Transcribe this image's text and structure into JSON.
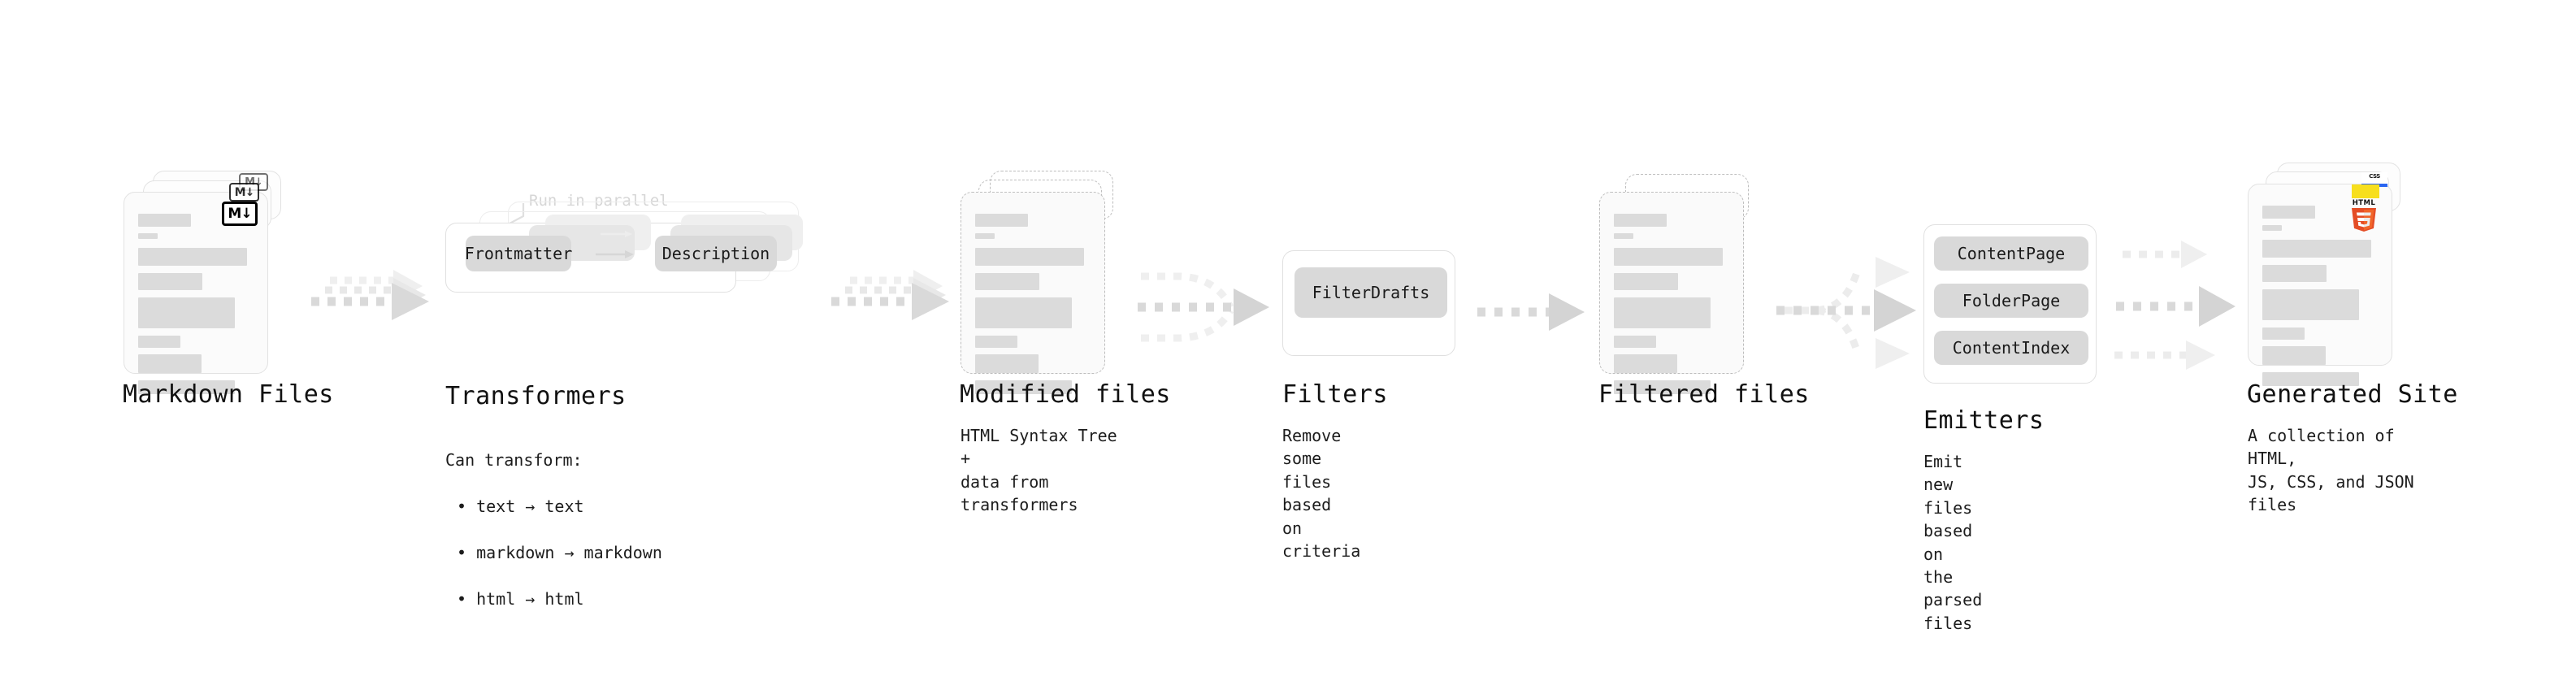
{
  "diagram": {
    "title_present": false,
    "background": "#ffffff",
    "accent_gray": "#d9d9d9",
    "chip_gray": "#d9d9d9",
    "bar_gray": "#dbdbdb",
    "border_gray": "#e2e2e2",
    "dashed_gray": "#bdbdbd",
    "arrow_gray": "#d9d9d9",
    "html5_color": "#e44d26",
    "html5_shade": "#f16529",
    "js_color": "#f7df1e",
    "css_color": "#2965f1"
  },
  "stages": [
    {
      "id": "markdown-files",
      "title": "Markdown Files",
      "desc": "",
      "icon": "markdown-badge",
      "icon_label": "M↓",
      "kind": "document-stack"
    },
    {
      "id": "transformers",
      "title": "Transformers",
      "desc": "Can transform:",
      "bullets": [
        "text → text",
        "markdown → markdown",
        "html → html"
      ],
      "note": "Run in parallel",
      "chips": [
        "Frontmatter",
        "Description"
      ],
      "kind": "plugin-group"
    },
    {
      "id": "modified-files",
      "title": "Modified files",
      "desc": "HTML Syntax Tree +\ndata from transformers",
      "kind": "document-stack-dashed"
    },
    {
      "id": "filters",
      "title": "Filters",
      "desc": "Remove some files based\non criteria",
      "chips": [
        "FilterDrafts"
      ],
      "kind": "plugin-group"
    },
    {
      "id": "filtered-files",
      "title": "Filtered files",
      "desc": "",
      "kind": "document-stack-dashed"
    },
    {
      "id": "emitters",
      "title": "Emitters",
      "desc": "Emit new files based on\nthe parsed files",
      "chips": [
        "ContentPage",
        "FolderPage",
        "ContentIndex"
      ],
      "kind": "plugin-group"
    },
    {
      "id": "generated-site",
      "title": "Generated Site",
      "desc": "A collection of HTML,\nJS, CSS, and JSON files",
      "icons": [
        "html5-logo",
        "js-badge",
        "css-badge"
      ],
      "icon_labels": {
        "html5_top": "HTML",
        "html5_num": "5",
        "css": "CSS"
      },
      "kind": "document-stack"
    }
  ],
  "connectors": [
    {
      "id": "md-to-transformers",
      "type": "stacked-dashed-arrow",
      "count": 3
    },
    {
      "id": "transformers-to-modified",
      "type": "stacked-dashed-arrow",
      "count": 3
    },
    {
      "id": "modified-to-filters",
      "type": "merge-dashed-arrow",
      "count": 3
    },
    {
      "id": "filters-to-filtered",
      "type": "dashed-arrow",
      "count": 1
    },
    {
      "id": "filtered-to-emitters",
      "type": "fanout-dashed-arrow",
      "count": 3
    },
    {
      "id": "emitters-to-site",
      "type": "parallel-dashed-arrows",
      "count": 3
    }
  ]
}
